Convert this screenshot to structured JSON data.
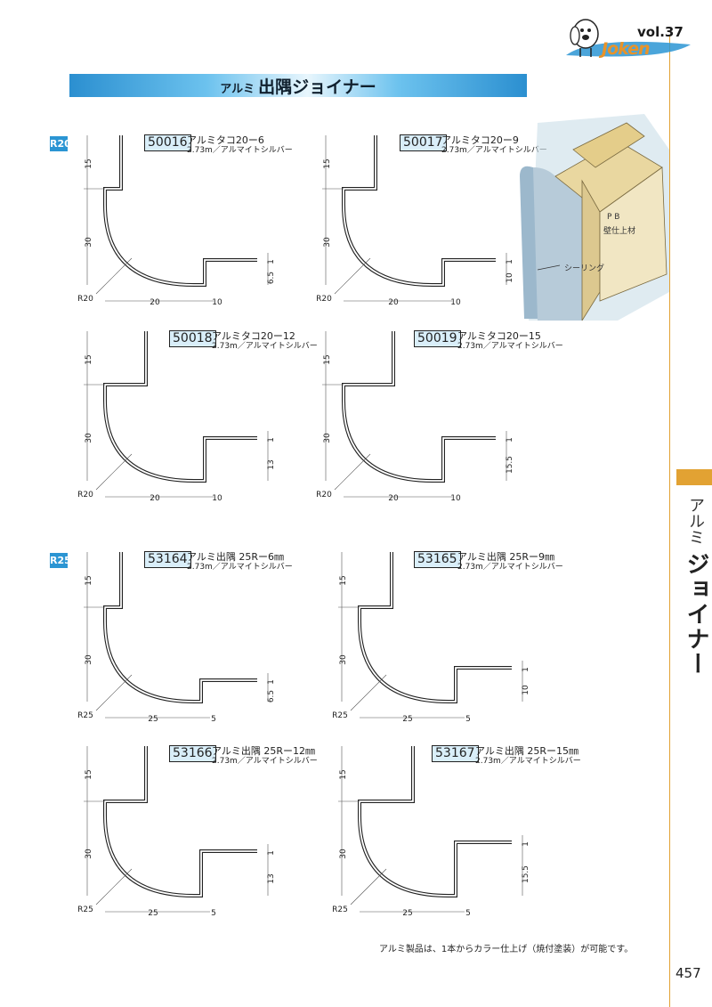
{
  "header": {
    "vol": "vol.37",
    "brand": "Joken"
  },
  "title": {
    "prefix": "アルミ",
    "main": "出隅ジョイナー"
  },
  "sections": {
    "r20": "R20",
    "r25": "R25"
  },
  "products": [
    {
      "code": "50016",
      "name": "アルミタコ20ー6",
      "spec": "2.73m／アルマイトシルバー",
      "dims": {
        "top": "15",
        "mid": "30",
        "right_a": "1",
        "right_b": "6.5",
        "bottom_a": "20",
        "bottom_b": "10",
        "radius": "R20"
      }
    },
    {
      "code": "50017",
      "name": "アルミタコ20ー9",
      "spec": "2.73m／アルマイトシルバー",
      "dims": {
        "top": "15",
        "mid": "30",
        "right_a": "1",
        "right_b": "10",
        "bottom_a": "20",
        "bottom_b": "10",
        "radius": "R20"
      }
    },
    {
      "code": "50018",
      "name": "アルミタコ20ー12",
      "spec": "2.73m／アルマイトシルバー",
      "dims": {
        "top": "15",
        "mid": "30",
        "right_a": "1",
        "right_b": "13",
        "bottom_a": "20",
        "bottom_b": "10",
        "radius": "R20"
      }
    },
    {
      "code": "50019",
      "name": "アルミタコ20ー15",
      "spec": "2.73m／アルマイトシルバー",
      "dims": {
        "top": "15",
        "mid": "30",
        "right_a": "1",
        "right_b": "15.5",
        "bottom_a": "20",
        "bottom_b": "10",
        "radius": "R20"
      }
    },
    {
      "code": "53164",
      "name": "アルミ出隅 25Rー6㎜",
      "spec": "2.73m／アルマイトシルバー",
      "dims": {
        "top": "15",
        "mid": "30",
        "right_a": "1",
        "right_b": "6.5",
        "bottom_a": "25",
        "bottom_b": "5",
        "radius": "R25"
      }
    },
    {
      "code": "53165",
      "name": "アルミ出隅 25Rー9㎜",
      "spec": "2.73m／アルマイトシルバー",
      "dims": {
        "top": "15",
        "mid": "30",
        "right_a": "1",
        "right_b": "10",
        "bottom_a": "25",
        "bottom_b": "5",
        "radius": "R25"
      }
    },
    {
      "code": "53166",
      "name": "アルミ出隅 25Rー12㎜",
      "spec": "2.73m／アルマイトシルバー",
      "dims": {
        "top": "15",
        "mid": "30",
        "right_a": "1",
        "right_b": "13",
        "bottom_a": "25",
        "bottom_b": "5",
        "radius": "R25"
      }
    },
    {
      "code": "53167",
      "name": "アルミ出隅 25Rー15㎜",
      "spec": "2.73m／アルマイトシルバー",
      "dims": {
        "top": "15",
        "mid": "30",
        "right_a": "1",
        "right_b": "15.5",
        "bottom_a": "25",
        "bottom_b": "5",
        "radius": "R25"
      }
    }
  ],
  "illustration": {
    "label_pb": "P B",
    "label_wall": "壁仕上材",
    "label_seal": "シーリング"
  },
  "side": {
    "small": "アルミ",
    "big": "ジョイナー"
  },
  "footnote": "アルミ製品は、1本からカラー仕上げ（焼付塗装）が可能です。",
  "page_number": "457"
}
